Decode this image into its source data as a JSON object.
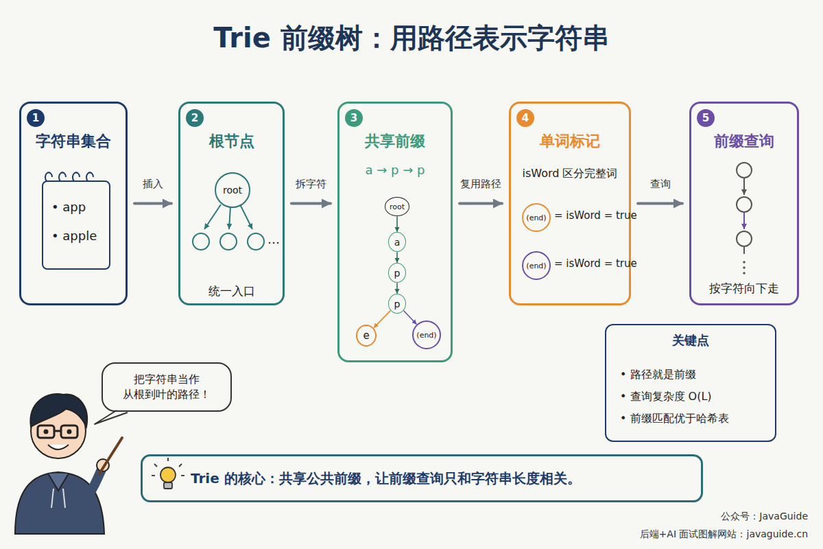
{
  "diagram": {
    "title": "Trie 前缀树：用路径表示字符串",
    "nodes": [
      {
        "text": [
          "1",
          "字符串集合"
        ]
      },
      {
        "text": [
          "• app",
          "• apple"
        ],
        "in": 0
      },
      {
        "text": [
          "2",
          "根节点",
          "统一入口"
        ]
      },
      {
        "text": [
          "root"
        ],
        "in": 2
      },
      {
        "text": [
          "3",
          "共享前缀",
          "a → p → p"
        ]
      },
      {
        "text": [
          "root"
        ],
        "in": 4
      },
      {
        "text": [
          "a"
        ],
        "in": 4
      },
      {
        "text": [
          "p"
        ],
        "in": 4
      },
      {
        "text": [
          "p"
        ],
        "in": 4
      },
      {
        "text": [
          "e"
        ],
        "in": 4
      },
      {
        "text": [
          "(end)"
        ],
        "in": 4
      },
      {
        "text": [
          "4",
          "单词标记",
          "isWord 区分完整词"
        ]
      },
      {
        "text": [
          "(end)"
        ],
        "in": 11
      },
      {
        "text": [
          "(end)"
        ],
        "in": 11
      },
      {
        "text": [
          "5",
          "前缀查询",
          "按字符向下走"
        ]
      },
      {
        "text": [
          "关键点",
          "• 路径就是前缀",
          "• 查询复杂度 O(L)",
          "• 前缀匹配优于哈希表"
        ]
      },
      {
        "text": [
          "把字符串当作 从根到叶的路径！"
        ]
      },
      {
        "text": [
          "Trie 的核心：共享公共前缀，让前缀查询只和字符串长度相关。"
        ]
      }
    ],
    "edges": [
      {
        "from": 0,
        "to": 2,
        "label": "插入",
        "arrow": "to"
      },
      {
        "from": 2,
        "to": 4,
        "label": "拆字符",
        "arrow": "to"
      },
      {
        "from": 4,
        "to": 11,
        "label": "复用路径",
        "arrow": "to"
      },
      {
        "from": 11,
        "to": 14,
        "label": "查询",
        "arrow": "to"
      },
      {
        "from": 5,
        "to": 6,
        "arrow": "to"
      },
      {
        "from": 6,
        "to": 7,
        "arrow": "to"
      },
      {
        "from": 7,
        "to": 8,
        "arrow": "to"
      },
      {
        "from": 8,
        "to": 9,
        "arrow": "to"
      },
      {
        "from": 8,
        "to": 10,
        "arrow": "to"
      }
    ],
    "labels": [
      "…",
      "= isWord = true",
      "= isWord = true",
      "公众号：JavaGuide",
      "后端+AI 面试图解网站：javaguide.cn"
    ]
  }
}
